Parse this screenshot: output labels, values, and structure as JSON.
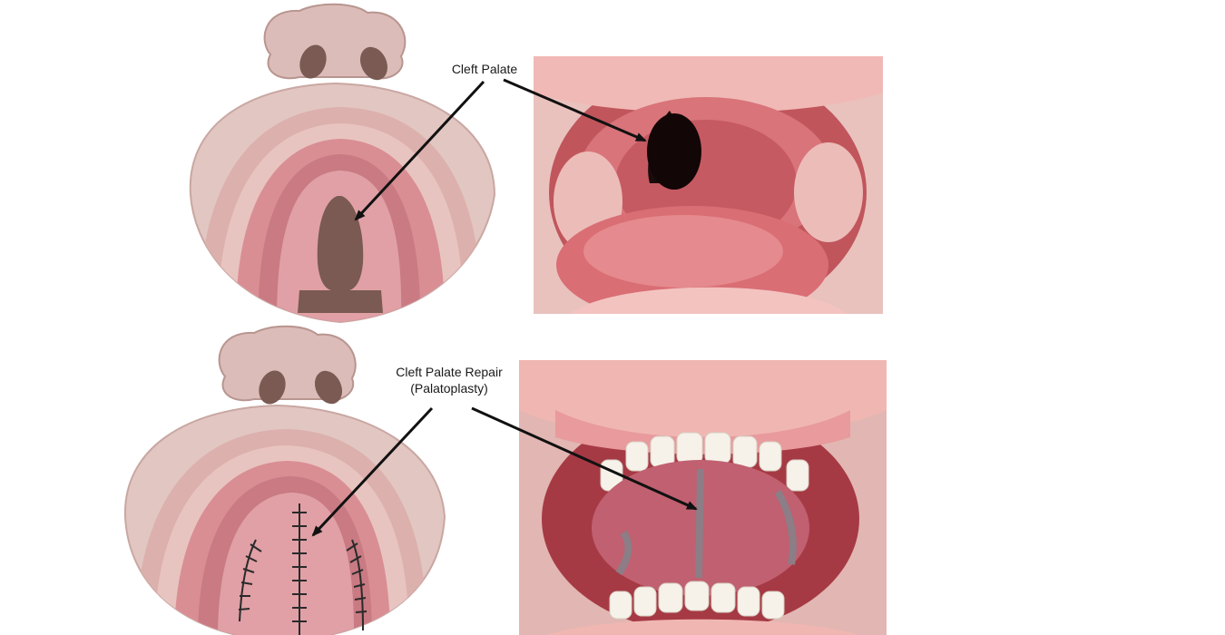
{
  "labels": {
    "cleft_palate": "Cleft Palate",
    "repair_line1": "Cleft Palate Repair",
    "repair_line2": "(Palatoplasty)"
  }
}
